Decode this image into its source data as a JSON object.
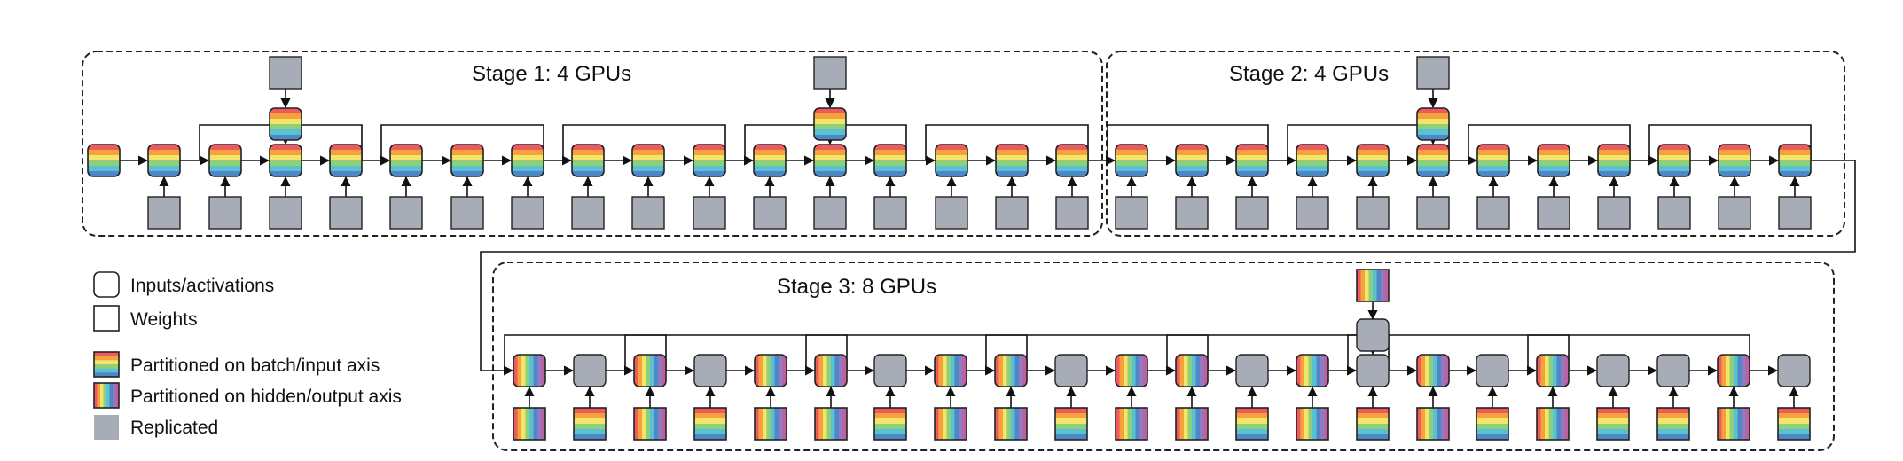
{
  "stages": [
    {
      "title": "Stage 1: 4 GPUs"
    },
    {
      "title": "Stage 2: 4 GPUs"
    },
    {
      "title": "Stage 3: 8 GPUs"
    }
  ],
  "legend": [
    {
      "label": "Inputs/activations",
      "swatch": "rounded-outline"
    },
    {
      "label": "Weights",
      "swatch": "square-outline"
    },
    {
      "label": "Partitioned on batch/input axis",
      "swatch": "horizontal-stripes"
    },
    {
      "label": "Partitioned on hidden/output axis",
      "swatch": "vertical-stripes"
    },
    {
      "label": "Replicated",
      "swatch": "solid-gray"
    }
  ],
  "colors": {
    "partition_bands": [
      "#ef5a5f",
      "#f6a23c",
      "#f3e46b",
      "#8fcf7a",
      "#59c1d4",
      "#4f86c6"
    ],
    "vertical_bands": [
      "#ef5a5f",
      "#f6a23c",
      "#f3e46b",
      "#8fcf7a",
      "#59c1d4",
      "#4f86c6",
      "#8f7bc4",
      "#c15f9e"
    ],
    "replicated": "#a7acb7",
    "outline": "#222222"
  },
  "layers": {
    "stage1_2_activation_partition": "horizontal-stripes",
    "stage1_2_weight_partition": "solid-gray",
    "stage3_activation_pattern": [
      "vertical-stripes",
      "solid-gray",
      "vertical-stripes",
      "solid-gray",
      "vertical-stripes",
      "vertical-stripes",
      "solid-gray",
      "vertical-stripes",
      "vertical-stripes",
      "solid-gray",
      "vertical-stripes",
      "vertical-stripes",
      "solid-gray",
      "vertical-stripes",
      "solid-gray",
      "vertical-stripes",
      "solid-gray",
      "vertical-stripes",
      "solid-gray",
      "solid-gray",
      "vertical-stripes",
      "solid-gray"
    ],
    "stage3_weight_pattern": [
      "vertical-stripes",
      "horizontal-stripes",
      "vertical-stripes",
      "horizontal-stripes",
      "vertical-stripes",
      "vertical-stripes",
      "horizontal-stripes",
      "vertical-stripes",
      "vertical-stripes",
      "horizontal-stripes",
      "vertical-stripes",
      "vertical-stripes",
      "horizontal-stripes",
      "vertical-stripes",
      "horizontal-stripes",
      "vertical-stripes",
      "horizontal-stripes",
      "vertical-stripes",
      "horizontal-stripes",
      "horizontal-stripes",
      "vertical-stripes",
      "horizontal-stripes"
    ]
  }
}
